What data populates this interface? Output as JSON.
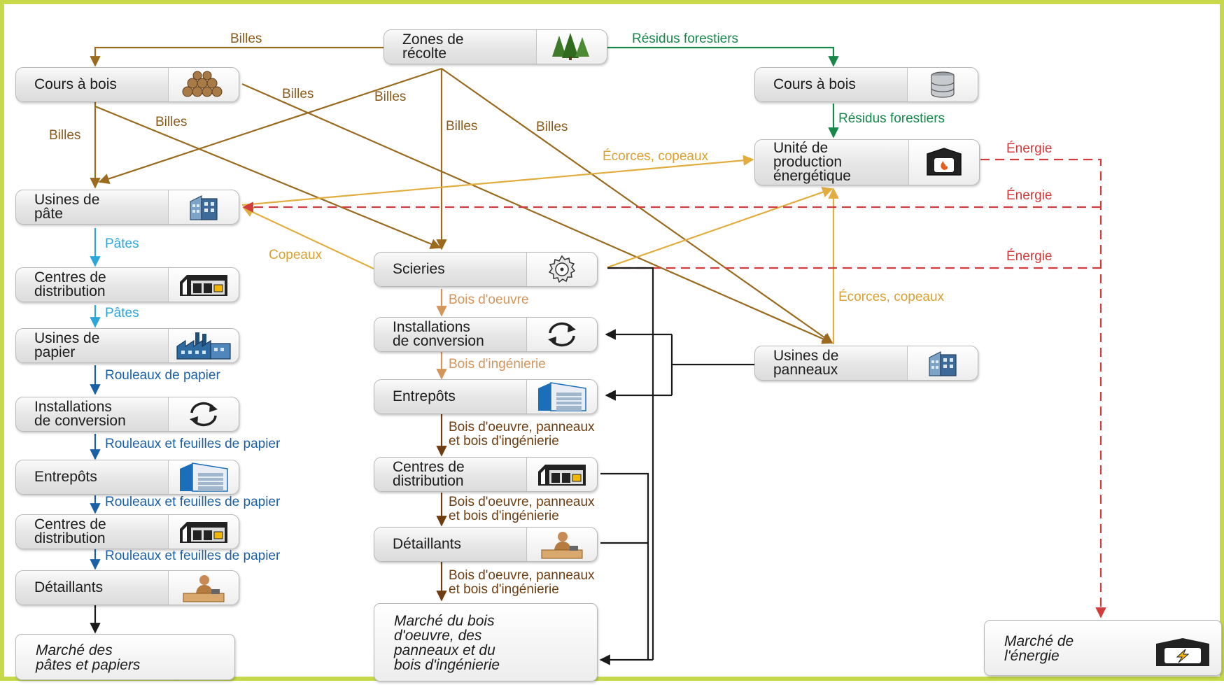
{
  "colors": {
    "frame": "#c7d94a",
    "billes": "#9a6a1e",
    "residus": "#17874a",
    "ecorces": "#e0ad3e",
    "energie": "#d23c3c",
    "pates": "#2ba6d8",
    "papier": "#1b5fa4",
    "bois_oeuvre": "#d4955b",
    "bois_produits": "#6e3d11",
    "black": "#1a1a1a"
  },
  "nodes": {
    "zones_recolte": {
      "label": "Zones de\nrécolte",
      "icon": "trees-icon"
    },
    "cours_bois_left": {
      "label": "Cours à bois",
      "icon": "log-pile-icon"
    },
    "cours_bois_right": {
      "label": "Cours à bois",
      "icon": "barrel-stack-icon"
    },
    "unite_energie": {
      "label": "Unité de\nproduction\nénergétique",
      "icon": "furnace-icon"
    },
    "usines_pate": {
      "label": "Usines de\npâte",
      "icon": "factory-building-icon"
    },
    "scieries": {
      "label": "Scieries",
      "icon": "saw-blade-icon"
    },
    "centres_dist_left": {
      "label": "Centres de\ndistribution",
      "icon": "distribution-center-icon"
    },
    "install_conv_mid": {
      "label": "Installations\nde conversion",
      "icon": "recycle-arrows-icon"
    },
    "usines_papier": {
      "label": "Usines de\npapier",
      "icon": "paper-mill-icon"
    },
    "usines_panneaux": {
      "label": "Usines de\npanneaux",
      "icon": "factory-building-icon"
    },
    "entrepots_mid": {
      "label": "Entrepôts",
      "icon": "warehouse-icon"
    },
    "install_conv_left": {
      "label": "Installations\nde conversion",
      "icon": "recycle-arrows-icon"
    },
    "centres_dist_mid": {
      "label": "Centres de\ndistribution",
      "icon": "distribution-center-icon"
    },
    "entrepots_left": {
      "label": "Entrepôts",
      "icon": "warehouse-icon"
    },
    "detaillants_mid": {
      "label": "Détaillants",
      "icon": "retailer-person-icon"
    },
    "centres_dist_left2": {
      "label": "Centres de\ndistribution",
      "icon": "distribution-center-icon"
    },
    "detaillants_left": {
      "label": "Détaillants",
      "icon": "retailer-person-icon"
    }
  },
  "markets": {
    "pates_papiers": {
      "label": "Marché des\npâtes et papiers"
    },
    "bois": {
      "label": "Marché du bois\nd'oeuvre, des\npanneaux et du\nbois d'ingénierie"
    },
    "energie": {
      "label": "Marché de\nl'énergie",
      "icon": "energy-furnace-icon"
    }
  },
  "flows": {
    "billes": "Billes",
    "residus_forestiers": "Résidus forestiers",
    "ecorces_copeaux": "Écorces, copeaux",
    "energie": "Énergie",
    "copeaux": "Copeaux",
    "pates": "Pâtes",
    "bois_oeuvre": "Bois d'oeuvre",
    "bois_ingenierie": "Bois d'ingénierie",
    "rouleaux_papier": "Rouleaux de papier",
    "rouleaux_feuilles": "Rouleaux et feuilles de papier",
    "produits_bois": "Bois d'oeuvre, panneaux\net bois d'ingénierie"
  }
}
